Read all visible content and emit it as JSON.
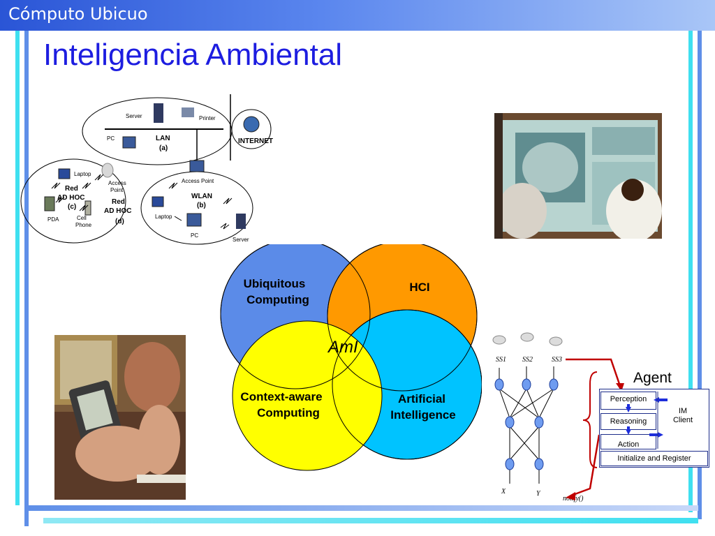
{
  "header": {
    "title": "Cómputo Ubicuo"
  },
  "slide": {
    "title": "Inteligencia Ambiental"
  },
  "network": {
    "lan_label": "LAN",
    "lan_sub": "(a)",
    "wlan_label": "WLAN",
    "wlan_sub": "(b)",
    "adhoc_c": [
      "Red",
      "AD HOC",
      "(c)"
    ],
    "adhoc_d": [
      "Red",
      "AD HOC",
      "(d)"
    ],
    "internet": "INTERNET",
    "server_top": "Server",
    "printer": "Printer",
    "pc_top": "PC",
    "laptop_c": "Laptop",
    "access_point_c": [
      "Access",
      "Point"
    ],
    "pda": "PDA",
    "cell_phone": [
      "Cell",
      "Phone"
    ],
    "access_point_b": "Access Point",
    "laptop_b": "Laptop",
    "pc_b": "PC",
    "server_b": "Server"
  },
  "venn": {
    "ubiquitous": [
      "Ubiquitous",
      "Computing"
    ],
    "hci": "HCI",
    "context": [
      "Context-aware",
      "Computing"
    ],
    "ai": [
      "Artificial",
      "Intelligence"
    ],
    "center": "AmI",
    "colors": {
      "ubiquitous": "#5b8be8",
      "hci": "#ff9900",
      "context": "#ffff00",
      "ai": "#00c3ff"
    }
  },
  "sensor_net": {
    "sensors": [
      "SS1",
      "SS2",
      "SS3"
    ],
    "outputs": [
      "X",
      "Y"
    ],
    "notify": "notify()"
  },
  "agent": {
    "title": "Agent",
    "perception": "Perception",
    "reasoning": "Reasoning",
    "action": "Action",
    "im_client": [
      "IM",
      "Client"
    ],
    "init": "Initialize and Register"
  }
}
